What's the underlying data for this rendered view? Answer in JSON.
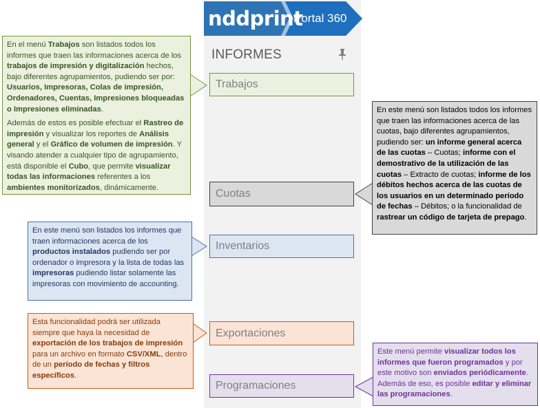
{
  "brand": {
    "logo_text": "nddprint",
    "portal": "Portal 360"
  },
  "panel": {
    "title": "INFORMES"
  },
  "colors": {
    "brand_blue": "#1f6fbf",
    "trabajos": "#77933c",
    "cuotas": "#404040",
    "inventarios": "#4a6ea8",
    "exportaciones": "#c55a11",
    "programaciones": "#7030a0"
  },
  "icons": {
    "pin": "pin-icon"
  },
  "menu": {
    "trabajos": "Trabajos",
    "cuotas": "Cuotas",
    "inventarios": "Inventarios",
    "exportaciones": "Exportaciones",
    "programaciones": "Programaciones"
  },
  "callouts": {
    "trabajos": {
      "p1": [
        "En el menú ",
        "Trabajos",
        " son listados todos los informes que traen las informaciones acerca de los ",
        "trabajos de impresión y digitalización",
        " hechos, bajo diferentes agrupamientos, pudiendo ser por: ",
        "Usuarios, Impresoras, Colas de impresión, Ordenadores, Cuentas, Impresiones bloqueadas o Impresiones eliminadas",
        "."
      ],
      "p2": [
        "Además de estos es posible efectuar el ",
        "Rastreo de impresión",
        " y visualizar los reportes de ",
        "Análisis general",
        " y el ",
        "Gráfico de volumen de impresión",
        ". Y visando atender a cualquier tipo de agrupamiento, está disponible el ",
        "Cubo",
        ", que permite ",
        "visualizar todas las informaciones",
        " referentes a los ",
        "ambientes monitorizados",
        ", dinámicamente."
      ]
    },
    "cuotas": [
      "En este menú son listados todos los informes que traen las informaciones acerca de las cuotas, bajo diferentes agrupamientos, pudiendo ser: ",
      "un informe general acerca de las cuotas",
      " – Cuotas; ",
      "informe con el demostrativo de la utilización de las cuotas",
      " – Extracto de cuotas; ",
      "informe de los débitos hechos acerca de las cuotas de los usuarios en un determinado período de fechas",
      " – Débitos; o la funcionalidad de ",
      "rastrear un código de tarjeta de prepago",
      "."
    ],
    "inventarios": [
      "En este menú son listados los informes que traen informaciones acerca de los ",
      "productos instalados",
      " pudiendo ser por ordenador o impresora y la lista de todas las ",
      "impresoras",
      " pudiendo listar solamente las impresoras con movimiento de accounting."
    ],
    "exportaciones": [
      "Esta funcionalidad podrá ser utilizada siempre que haya la necesidad de ",
      "exportación de los trabajos de impresión",
      " para un archivo en formato ",
      "CSV/XML",
      ", dentro de un ",
      "período de fechas y filtros específicos",
      "."
    ],
    "programaciones": [
      "Este menú permite ",
      "visualizar todos los informes que fueron programados",
      " y por este motivo son ",
      "enviados periódicamente",
      ". Además de eso, es posible ",
      "editar y eliminar las programaciones",
      "."
    ]
  }
}
